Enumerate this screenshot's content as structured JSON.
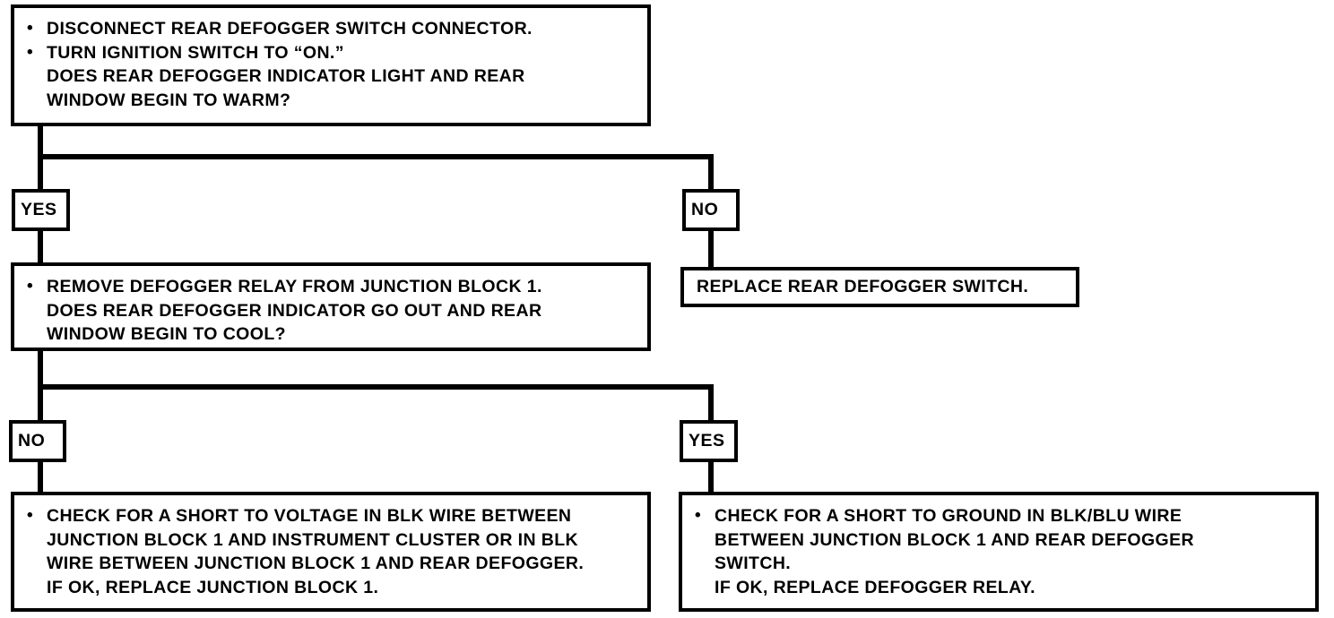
{
  "diagram": {
    "type": "troubleshooting-flowchart",
    "colors": {
      "stroke": "#000000",
      "background": "#ffffff",
      "text": "#000000"
    },
    "nodes": {
      "step1": {
        "id": "step1",
        "bulleted": true,
        "lines": [
          {
            "bullet": true,
            "text": "DISCONNECT REAR DEFOGGER SWITCH CONNECTOR."
          },
          {
            "bullet": true,
            "text": "TURN IGNITION SWITCH TO “ON.”"
          },
          {
            "bullet": false,
            "text": "DOES REAR DEFOGGER INDICATOR LIGHT AND REAR"
          },
          {
            "bullet": false,
            "text": "WINDOW BEGIN TO WARM?"
          }
        ]
      },
      "step2": {
        "id": "step2",
        "bulleted": true,
        "lines": [
          {
            "bullet": true,
            "text": "REMOVE DEFOGGER RELAY FROM JUNCTION BLOCK 1."
          },
          {
            "bullet": false,
            "text": "DOES REAR DEFOGGER INDICATOR GO OUT AND REAR"
          },
          {
            "bullet": false,
            "text": "WINDOW BEGIN TO COOL?"
          }
        ]
      },
      "replace_switch": {
        "id": "replace-switch",
        "bulleted": false,
        "lines": [
          {
            "bullet": false,
            "text": "REPLACE REAR DEFOGGER SWITCH."
          }
        ]
      },
      "check_short_voltage": {
        "id": "check-short-voltage",
        "bulleted": true,
        "lines": [
          {
            "bullet": true,
            "text": "CHECK FOR A SHORT TO VOLTAGE IN BLK WIRE BETWEEN"
          },
          {
            "bullet": false,
            "text": "JUNCTION BLOCK 1 AND INSTRUMENT CLUSTER OR IN BLK"
          },
          {
            "bullet": false,
            "text": "WIRE BETWEEN JUNCTION BLOCK 1 AND REAR DEFOGGER."
          },
          {
            "bullet": false,
            "text": "IF OK, REPLACE JUNCTION BLOCK 1."
          }
        ]
      },
      "check_short_ground": {
        "id": "check-short-ground",
        "bulleted": true,
        "lines": [
          {
            "bullet": true,
            "text": "CHECK FOR A SHORT TO GROUND IN BLK/BLU WIRE"
          },
          {
            "bullet": false,
            "text": "BETWEEN JUNCTION BLOCK 1 AND REAR DEFOGGER"
          },
          {
            "bullet": false,
            "text": "SWITCH."
          },
          {
            "bullet": false,
            "text": "IF OK, REPLACE DEFOGGER RELAY."
          }
        ]
      }
    },
    "decisions": {
      "branch1_left": {
        "label": "YES"
      },
      "branch1_right": {
        "label": "NO"
      },
      "branch2_left": {
        "label": "NO"
      },
      "branch2_right": {
        "label": "YES"
      }
    }
  }
}
